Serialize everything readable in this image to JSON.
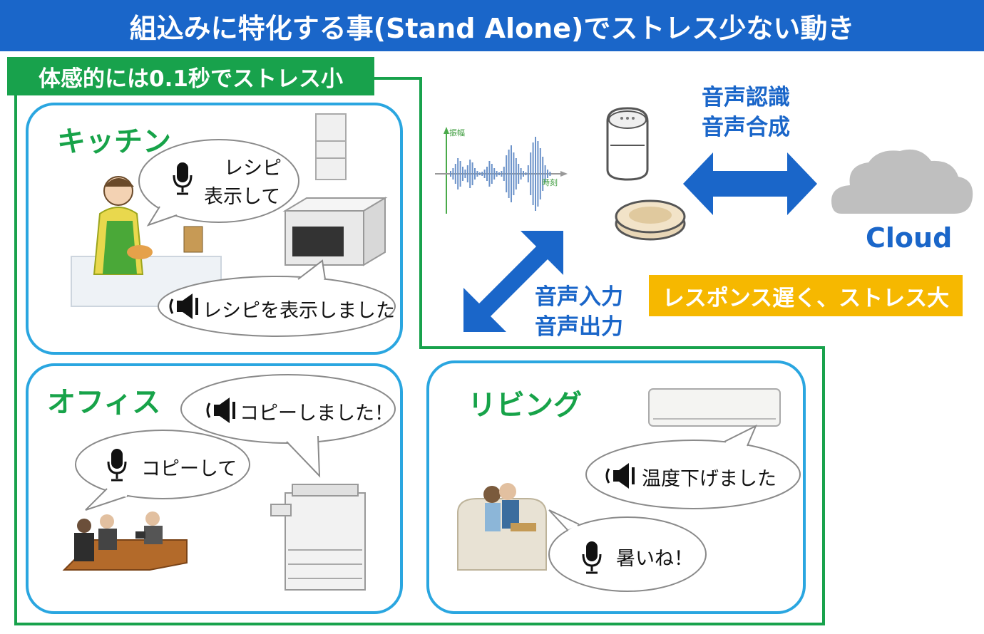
{
  "title": "組込みに特化する事(Stand Alone)でストレス少ない動き",
  "stand_alone_label": "体感的には0.1秒でストレス小",
  "rooms": {
    "kitchen": {
      "title": "キッチン",
      "request_line1": "レシピ",
      "request_line2": "表示して",
      "response": "レシピを表示しました"
    },
    "office": {
      "title": "オフィス",
      "request": "コピーして",
      "response": "コピーしました！"
    },
    "living": {
      "title": "リビング",
      "request": "暑いね！",
      "response": "温度下げました"
    }
  },
  "voice_io": {
    "line1": "音声入力",
    "line2": "音声出力"
  },
  "speech_processing": {
    "line1": "音声認識",
    "line2": "音声合成"
  },
  "cloud_label": "Cloud",
  "cloud_response_label": "レスポンス遅く、ストレス大",
  "waveform": {
    "y_label": "振幅",
    "x_label": "時刻"
  },
  "colors": {
    "title_bar": "#1a66c9",
    "green": "#18a24c",
    "room_border": "#2aa6e0",
    "arrow": "#1a66c9",
    "orange": "#f6b800",
    "cloud": "#bfbfbf"
  }
}
